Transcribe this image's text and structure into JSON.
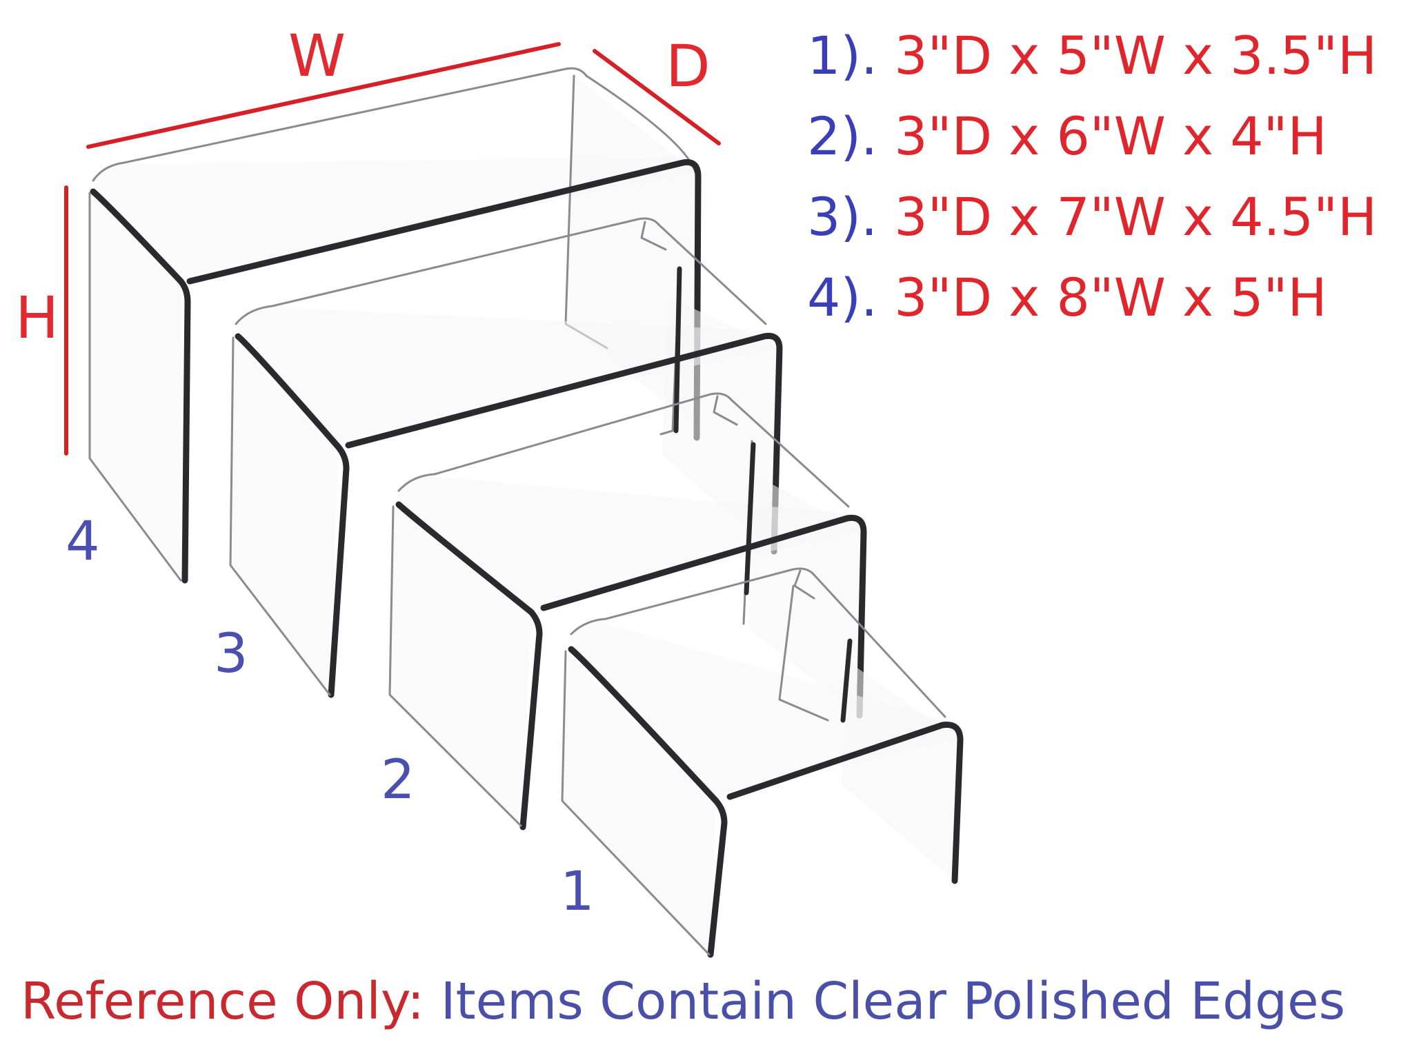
{
  "dimensions": {
    "width_label": "W",
    "depth_label": "D",
    "height_label": "H"
  },
  "stand_numbers": [
    "1",
    "2",
    "3",
    "4"
  ],
  "specs": [
    {
      "number": "1).",
      "size": " 3\"D x 5\"W x 3.5\"H"
    },
    {
      "number": "2).",
      "size": " 3\"D x 6\"W x 4\"H"
    },
    {
      "number": "3).",
      "size": " 3\"D x 7\"W x 4.5\"H"
    },
    {
      "number": "4).",
      "size": " 3\"D x 8\"W x 5\"H"
    }
  ],
  "footer": {
    "lead": "Reference Only:",
    "rest": " Items Contain Clear Polished Edges"
  },
  "colors": {
    "dimension_red": "#e0262c",
    "number_blue": "#3a3fb8",
    "glass_edge": "#2a2a2e"
  }
}
